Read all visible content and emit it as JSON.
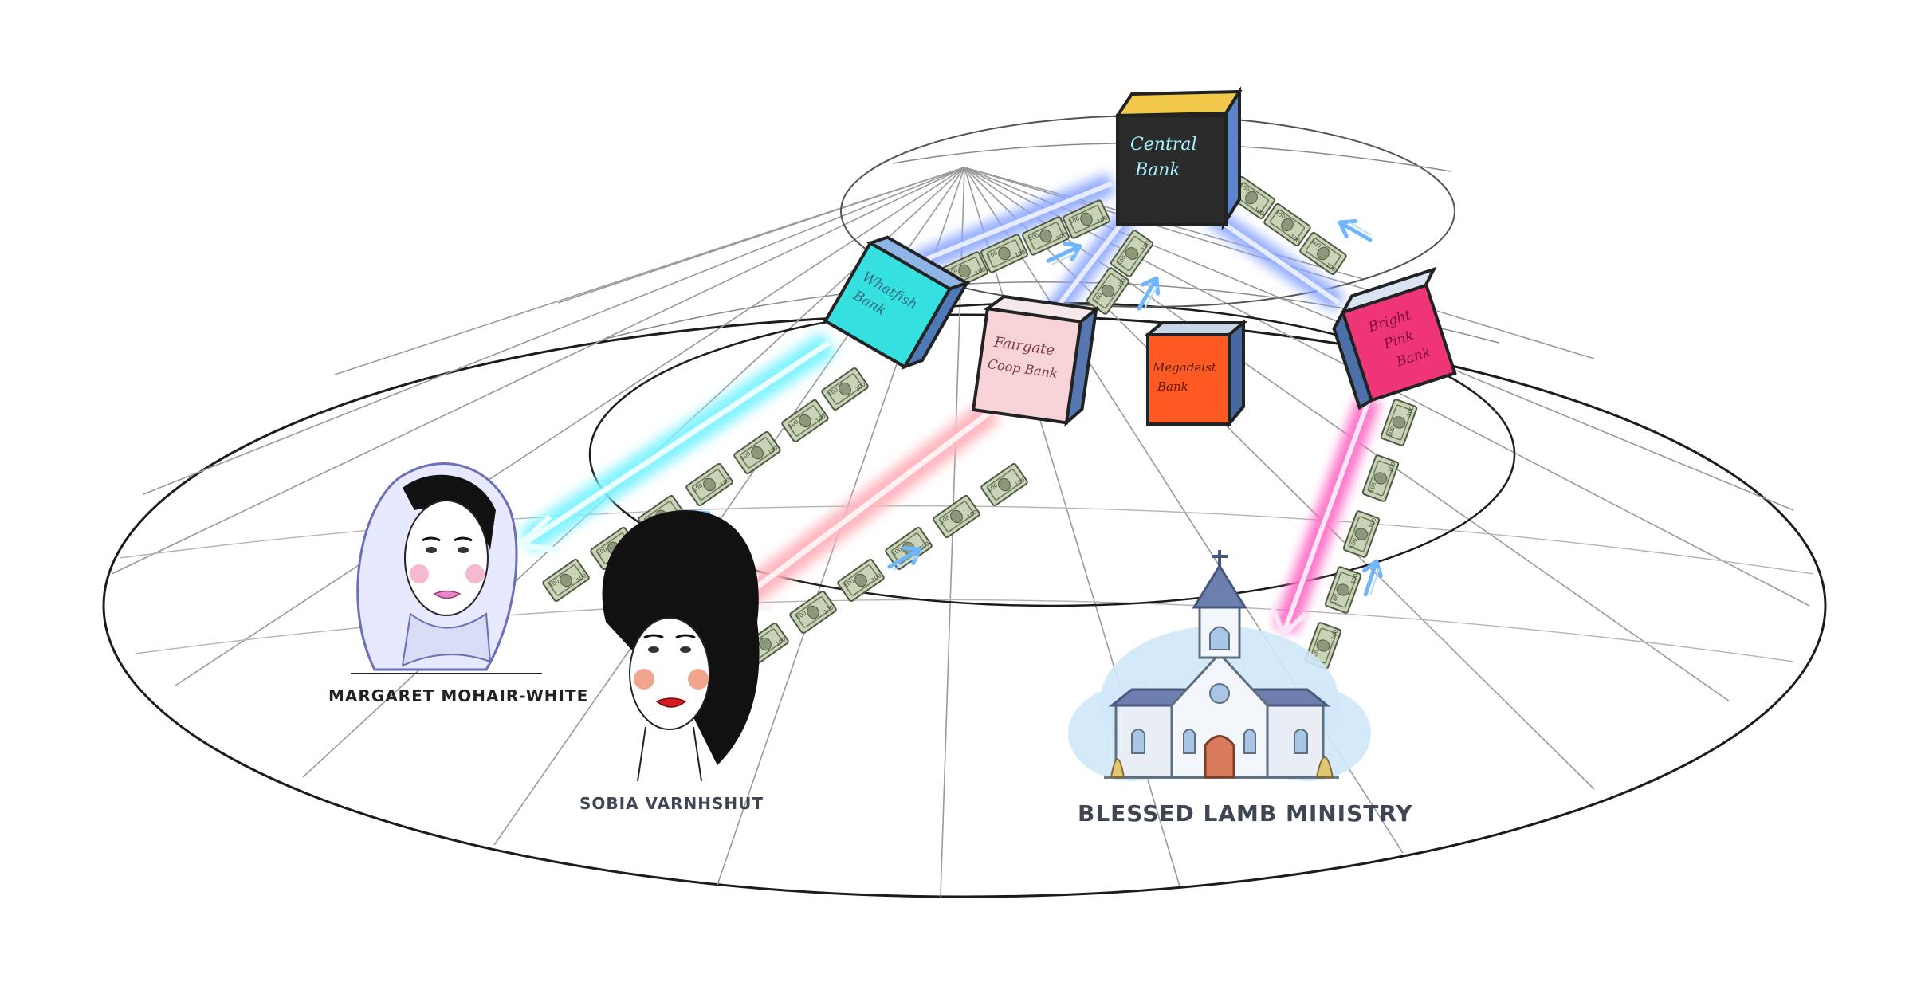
{
  "banks": {
    "central": {
      "label_line1": "Central",
      "label_line2": "Bank"
    },
    "whatfish": {
      "label_line1": "Whatfish",
      "label_line2": "Bank"
    },
    "fairgate": {
      "label_line1": "Fairgate",
      "label_line2": "Coop Bank"
    },
    "megadelst": {
      "label_line1": "Megadelst",
      "label_line2": "Bank"
    },
    "brightpink": {
      "label_line1": "Bright",
      "label_line2": "Pink",
      "label_line3": "Bank"
    }
  },
  "people": {
    "margaret": {
      "name": "MARGARET MOHAIR-WHITE"
    },
    "sobia": {
      "name": "SOBIA VARNHSHUT"
    },
    "church": {
      "name": "BLESSED LAMB MINISTRY"
    }
  },
  "colors": {
    "central_face": "#2b2b2b",
    "whatfish_face": "#34e0e0",
    "fairgate_face": "#f7d3d8",
    "megadelst_face": "#ff5a24",
    "brightpink_face": "#f03478",
    "glow_blue": "#8aa6ff",
    "glow_cyan": "#7df3ff",
    "glow_pink": "#ffb3bc",
    "glow_magenta": "#ff6ec7",
    "bill": "#c9d3b5",
    "arrow_blue": "#6fb6ff"
  }
}
